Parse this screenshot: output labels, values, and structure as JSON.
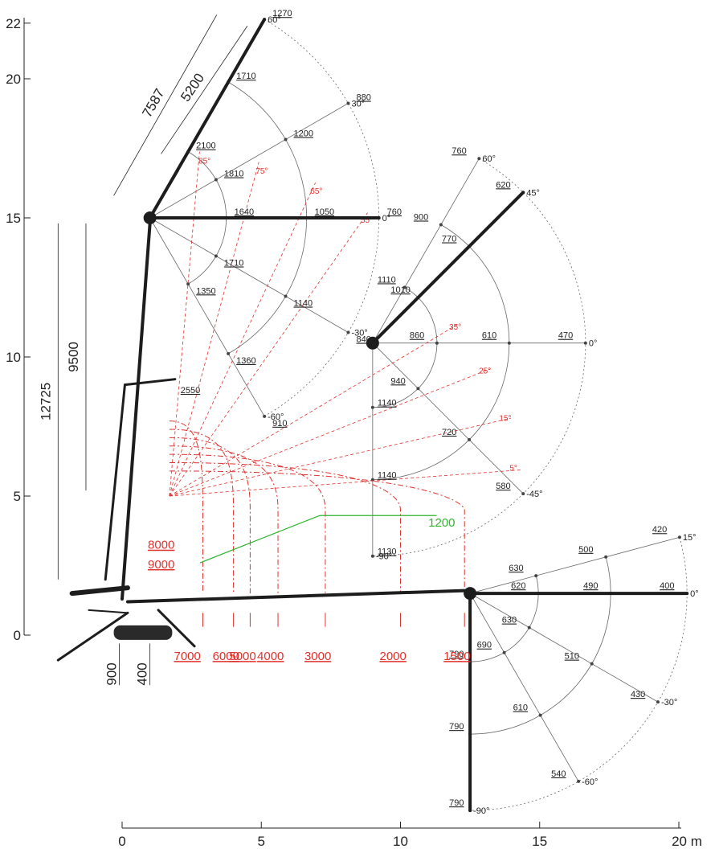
{
  "chart_data": {
    "type": "diagram",
    "x_ticks": [
      "0",
      "5",
      "10",
      "15",
      "20 m"
    ],
    "y_ticks": [
      "0",
      "5",
      "10",
      "15",
      "20",
      "22"
    ],
    "colors": {
      "ink": "#222222",
      "red": "#e0322d",
      "green": "#2fb52f",
      "gray": "#999999",
      "arc": "#666666"
    },
    "upper_jib": {
      "pivot": [
        1.0,
        15.0
      ],
      "arc_labels": [
        {
          "angle": "60°",
          "points": [
            "1270",
            "1710",
            "2100"
          ]
        },
        {
          "angle": "30°",
          "points": [
            "880",
            "1200",
            "1810"
          ]
        },
        {
          "angle": "0°",
          "points": [
            "760",
            "1050",
            "1640"
          ]
        },
        {
          "angle": "-30°",
          "points": [
            "840",
            "1140",
            "1710"
          ]
        },
        {
          "angle": "-60°",
          "points": [
            "910",
            "1360",
            "1350"
          ]
        }
      ],
      "other_labels": [
        "2550"
      ]
    },
    "mid_jib": {
      "pivot": [
        9.0,
        10.5
      ],
      "arc_labels": [
        {
          "angle": "60°",
          "points": [
            "760",
            "900",
            "1110"
          ]
        },
        {
          "angle": "45°",
          "points": [
            "620",
            "770",
            "1010"
          ]
        },
        {
          "angle": "0°",
          "points": [
            "470",
            "610",
            "860"
          ]
        },
        {
          "angle": "-45°",
          "points": [
            "580",
            "720",
            "940"
          ]
        },
        {
          "angle": "-90°",
          "points": [
            "1130",
            "1140",
            "1140"
          ]
        }
      ],
      "green_label": "1200"
    },
    "low_jib": {
      "pivot": [
        12.5,
        1.5
      ],
      "arc_labels": [
        {
          "angle": "15°",
          "points": [
            "420",
            "500",
            "630"
          ]
        },
        {
          "angle": "0°",
          "points": [
            "400",
            "490",
            "620"
          ]
        },
        {
          "angle": "-30°",
          "points": [
            "430",
            "510",
            "630"
          ]
        },
        {
          "angle": "-60°",
          "points": [
            "540",
            "610",
            "690"
          ]
        },
        {
          "angle": "-90°",
          "points": [
            "790",
            "790",
            "790"
          ]
        }
      ]
    },
    "boom_angles": [
      "85°",
      "75°",
      "65°",
      "55°",
      "35°",
      "25°",
      "15°",
      "5°"
    ],
    "loads_left": [
      "8000",
      "9000"
    ],
    "loads_bottom": [
      "7000",
      "6000",
      "5000",
      "4000",
      "3000",
      "2000",
      "1500"
    ],
    "dimensions": {
      "d1": "7587",
      "d2": "5200",
      "d3": "9500",
      "d4": "12725",
      "d5": "900",
      "d6": "400"
    }
  }
}
